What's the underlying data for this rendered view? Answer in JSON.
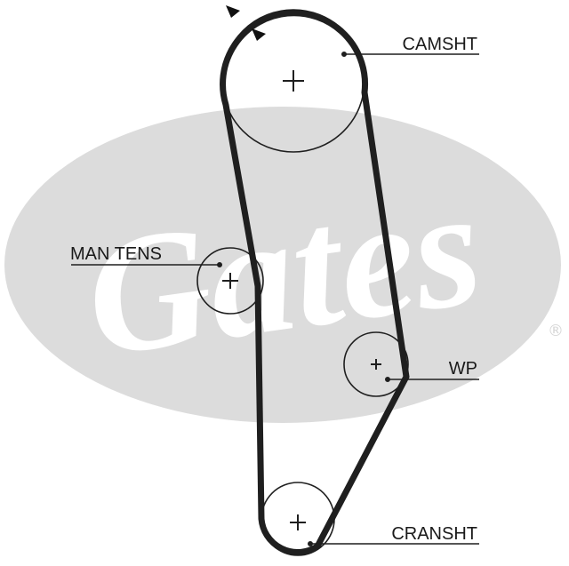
{
  "watermark": {
    "brand": "Gates",
    "registered_mark": "®",
    "oval_color": "#dcdcdc"
  },
  "belt": {
    "color": "#1f1f1f"
  },
  "pulleys": [
    {
      "id": "camshaft",
      "label": "CAMSHT"
    },
    {
      "id": "manual-tensioner",
      "label": "MAN TENS"
    },
    {
      "id": "water-pump",
      "label": "WP"
    },
    {
      "id": "crankshaft",
      "label": "CRANSHT"
    }
  ],
  "rotation_direction_icon": "double-arrow-head-icon"
}
